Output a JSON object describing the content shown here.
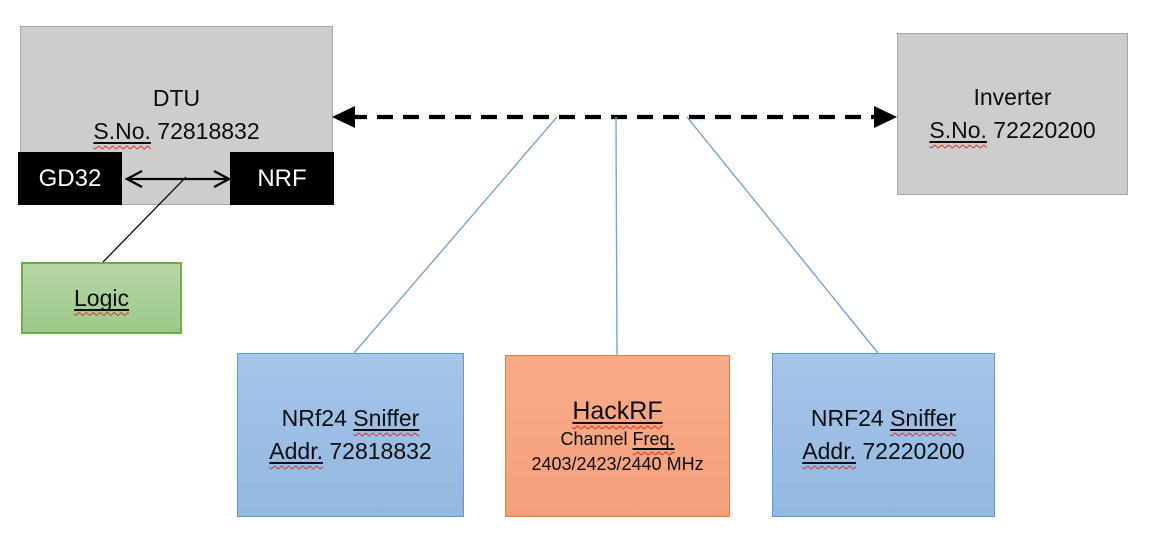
{
  "diagram": {
    "description": "DTU to Inverter RF sniffing setup diagram",
    "colors": {
      "gray_fill": "#cdcdcd",
      "gray_border": "#a6a6a6",
      "black_fill": "#000000",
      "green_fill": "#a4cd92",
      "green_border": "#6fae45",
      "blue_fill": "#9abce4",
      "blue_border": "#5b9bd5",
      "orange_fill": "#f7a683",
      "orange_border": "#ed7d31",
      "connector_blue": "#6fa8dc",
      "connector_black": "#000000",
      "squiggle_red": "#e0301e"
    },
    "nodes": {
      "dtu": {
        "title": "DTU",
        "serial": [
          {
            "t": "S.No.",
            "u": true
          },
          {
            "t": " 72818832"
          }
        ]
      },
      "gd32": {
        "label": "GD32"
      },
      "nrf": {
        "label": "NRF"
      },
      "logic": {
        "label": [
          {
            "t": "Logic",
            "u": true
          }
        ]
      },
      "inverter": {
        "title": "Inverter",
        "serial": [
          {
            "t": "S.No.",
            "u": true
          },
          {
            "t": " 72220200"
          }
        ]
      },
      "sniffer_left": {
        "line1": [
          {
            "t": "NRf24 "
          },
          {
            "t": "Sniffer",
            "u": true
          }
        ],
        "line2": [
          {
            "t": "Addr.",
            "u": true
          },
          {
            "t": " 72818832"
          }
        ]
      },
      "hackrf": {
        "title": [
          {
            "t": "HackRF",
            "u": true
          }
        ],
        "line2": [
          {
            "t": "Channel "
          },
          {
            "t": "Freq.",
            "u": true
          }
        ],
        "line3": [
          {
            "t": "2403/2423/2440 MHz"
          }
        ]
      },
      "sniffer_right": {
        "line1": [
          {
            "t": "NRF24 "
          },
          {
            "t": "Sniffer",
            "u": true
          }
        ],
        "line2": [
          {
            "t": "Addr.",
            "u": true
          },
          {
            "t": " 72220200"
          }
        ]
      }
    }
  }
}
